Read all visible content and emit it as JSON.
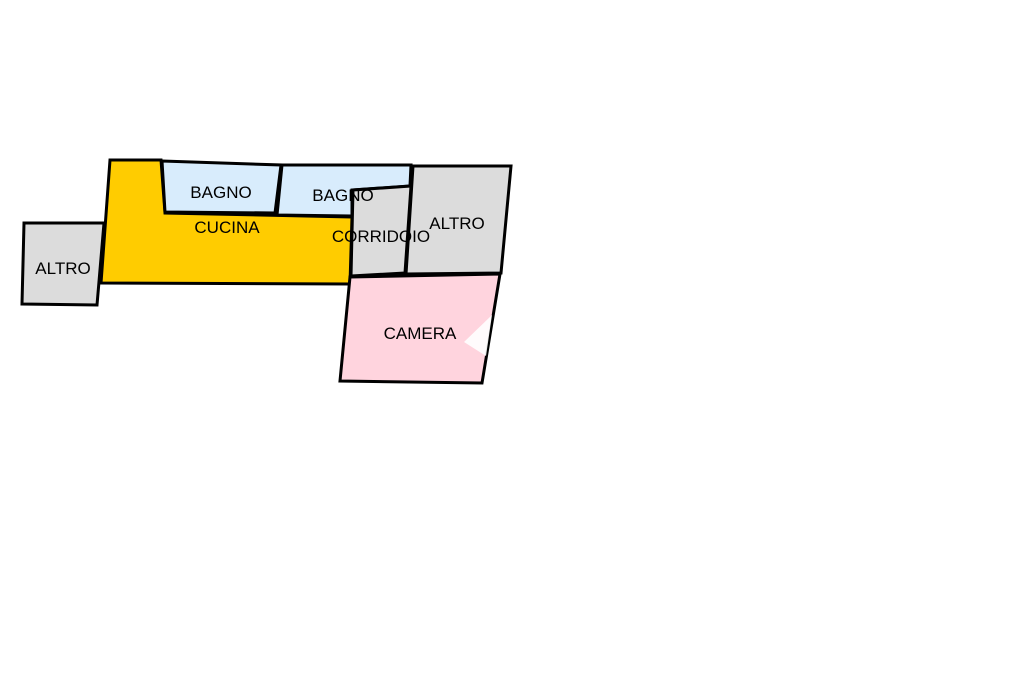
{
  "floorplan": {
    "colors": {
      "background": "#ffffff",
      "outline": "#000000",
      "cucina": "#ffcc00",
      "bagno": "#d8ecfc",
      "altro": "#dcdcdc",
      "corridoio": "#dcdcdc",
      "camera": "#ffd4de"
    },
    "rooms": {
      "altro_left": {
        "label": "ALTRO"
      },
      "cucina": {
        "label": "CUCINA"
      },
      "bagno_1": {
        "label": "BAGNO"
      },
      "bagno_2": {
        "label": "BAGNO"
      },
      "corridoio": {
        "label": "CORRIDOIO"
      },
      "altro_right": {
        "label": "ALTRO"
      },
      "camera": {
        "label": "CAMERA"
      }
    }
  }
}
